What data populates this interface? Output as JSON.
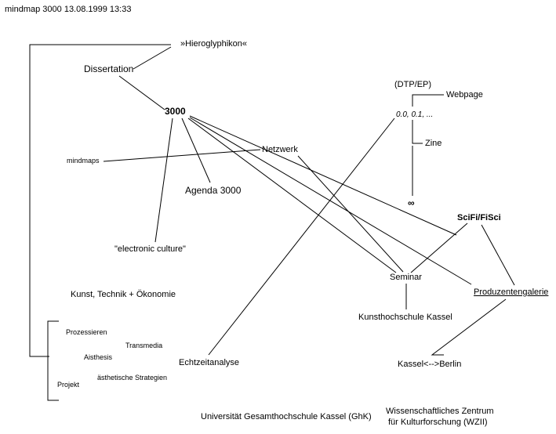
{
  "header": {
    "title": "mindmap 3000 13.08.1999  13:33"
  },
  "nodes": {
    "hieroglyphikon": "»Hieroglyphikon«",
    "dissertation": "Dissertation",
    "center": "3000",
    "mindmaps": "mindmaps",
    "netzwerk": "Netzwerk",
    "agenda": "Agenda 3000",
    "electronic_culture": "\"electronic culture\"",
    "kunst_technik": "Kunst,  Technik + Ökonomie",
    "prozessieren": "Prozessieren",
    "transmedia": "Transmedia",
    "aisthesis": "Aisthesis",
    "aesthetische": "ästhetische Strategien",
    "projekt": "Projekt",
    "echtzeitanalyse": "Echtzeitanalyse",
    "dtp_ep": "(DTP/EP)",
    "webpage": "Webpage",
    "versions": "0.0, 0.1, ...",
    "zine": "Zine",
    "infinity": "∞",
    "scifi": "SciFi/FiSci",
    "seminar": "Seminar",
    "produzentengalerie": "Produzentengalerie",
    "kunsthochschule": "Kunsthochschule Kassel",
    "kassel_berlin": "Kassel<-->Berlin",
    "universitaet": "Universität Gesamthochschule Kassel (GhK)",
    "wzii_line1": "Wissenschaftliches  Zentrum",
    "wzii_line2": "für Kulturforschung (WZII)"
  },
  "colors": {
    "ink": "#000000",
    "background": "#ffffff"
  }
}
